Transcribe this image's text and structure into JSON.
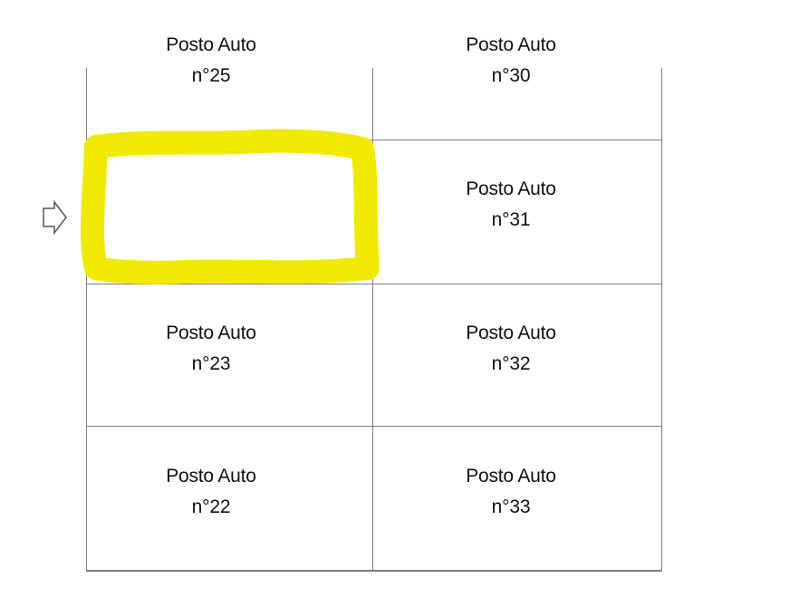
{
  "slots": {
    "p25": {
      "title": "Posto Auto",
      "number": "n°25"
    },
    "p30": {
      "title": "Posto Auto",
      "number": "n°30"
    },
    "p31": {
      "title": "Posto Auto",
      "number": "n°31"
    },
    "p23": {
      "title": "Posto Auto",
      "number": "n°23"
    },
    "p32": {
      "title": "Posto Auto",
      "number": "n°32"
    },
    "p22": {
      "title": "Posto Auto",
      "number": "n°22"
    },
    "p33": {
      "title": "Posto Auto",
      "number": "n°33"
    }
  },
  "highlight": {
    "color": "#f0ea00"
  },
  "pointer": {
    "icon": "right-arrow-outline-icon"
  }
}
